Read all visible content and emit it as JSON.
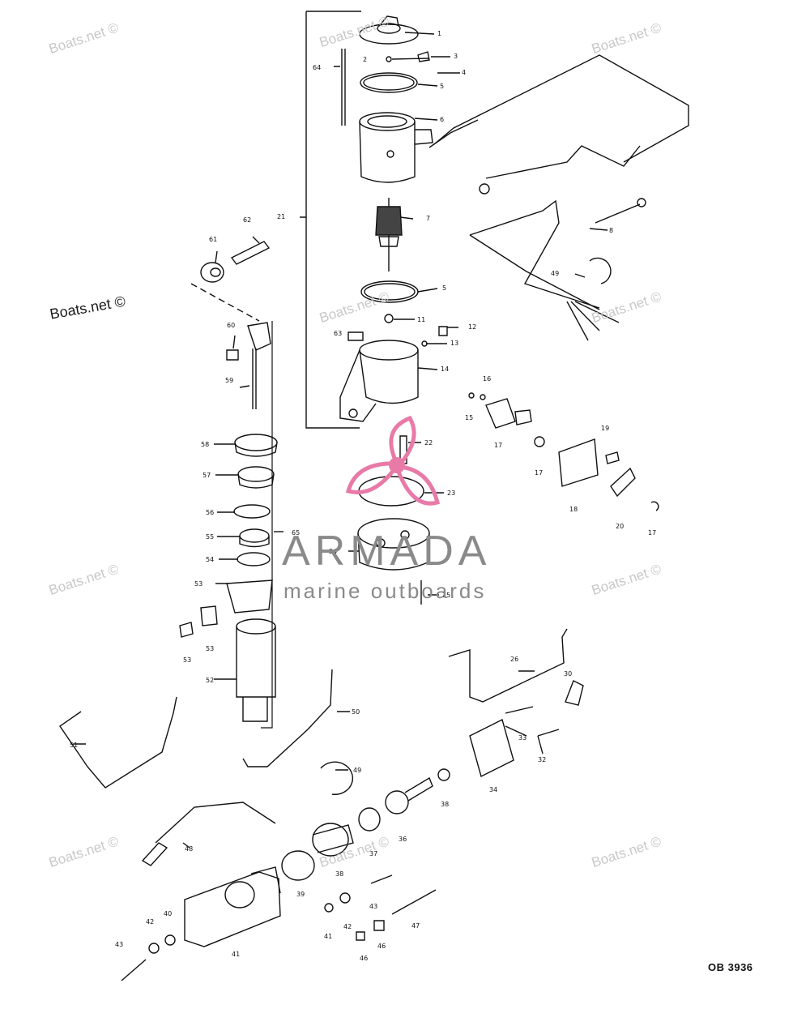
{
  "watermarks": [
    "Boats.net ©",
    "Boats.net ©",
    "Boats.net ©",
    "Boats.net ©",
    "Boats.net ©",
    "Boats.net ©",
    "Boats.net ©",
    "Boats.net ©",
    "Boats.net ©",
    "Boats.net ©",
    "Boats.net ©"
  ],
  "logo": {
    "name": "ARMADA",
    "tagline": "marine outboards",
    "color": "#e87aa8"
  },
  "drawing_code": "OB 3936",
  "part_labels": [
    "1",
    "2",
    "3",
    "4",
    "5",
    "6",
    "64",
    "7",
    "21",
    "8",
    "62",
    "61",
    "5",
    "49",
    "11",
    "12",
    "63",
    "13",
    "60",
    "14",
    "59",
    "16",
    "15",
    "17",
    "19",
    "22",
    "58",
    "57",
    "23",
    "17",
    "18",
    "56",
    "20",
    "17",
    "55",
    "65",
    "24",
    "54",
    "25",
    "53",
    "53",
    "53",
    "26",
    "30",
    "52",
    "50",
    "51",
    "33",
    "32",
    "34",
    "49",
    "38",
    "48",
    "36",
    "37",
    "38",
    "39",
    "43",
    "47",
    "41",
    "42",
    "40",
    "41",
    "42",
    "46",
    "46",
    "43"
  ],
  "colors": {
    "line": "#111111",
    "watermark": "#c8c8c8",
    "logo_text": "#8a8a8a",
    "logo_mark": "#e87aa8"
  }
}
